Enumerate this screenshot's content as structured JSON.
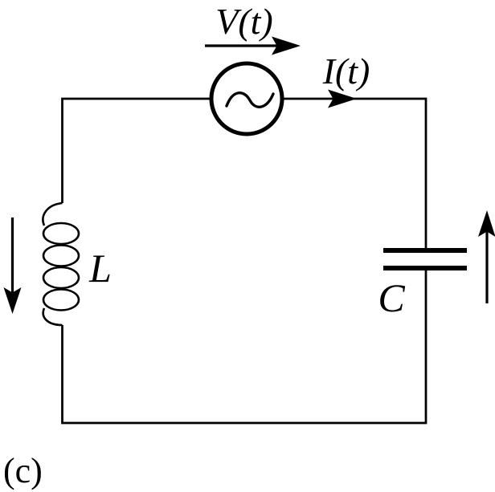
{
  "figure": {
    "panel_label": "(c)",
    "labels": {
      "voltage": "V(t)",
      "current": "I(t)",
      "inductor": "L",
      "capacitor": "C"
    },
    "icons": {
      "source_symbol": "sine-wave-icon",
      "voltage_arrow": "right-arrow-icon",
      "current_arrow": "right-arrow-icon",
      "inductor_arrow": "down-arrow-icon",
      "capacitor_arrow": "up-arrow-icon"
    },
    "colors": {
      "line": "#000000",
      "background": "#ffffff"
    }
  }
}
